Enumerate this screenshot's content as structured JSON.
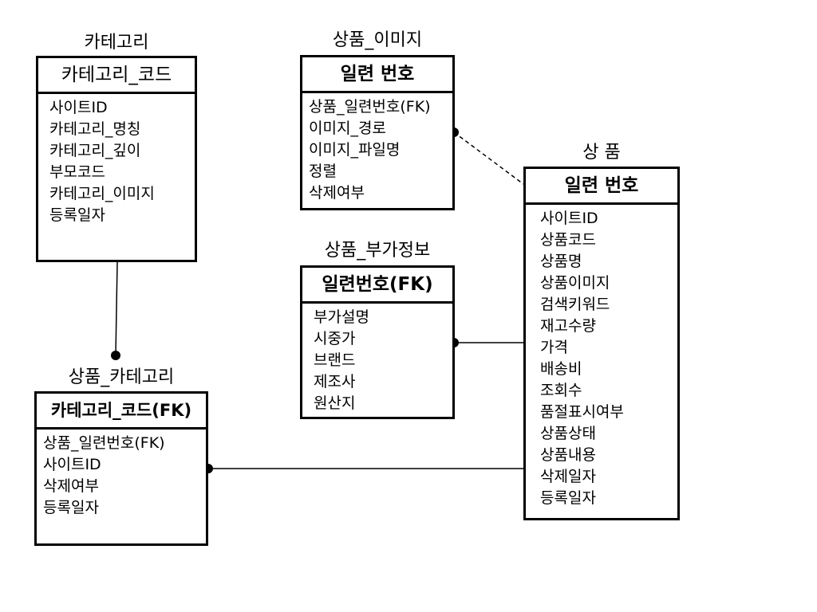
{
  "entities": {
    "category": {
      "title": "카테고리",
      "key": "카테고리_코드",
      "attributes": [
        "사이트ID",
        "카테고리_명칭",
        "카테고리_깊이",
        "부모코드",
        "카테고리_이미지",
        "등록일자"
      ]
    },
    "product_image": {
      "title": "상품_이미지",
      "key": "일련 번호",
      "attributes": [
        "상품_일련번호(FK)",
        "이미지_경로",
        "이미지_파일명",
        "정렬",
        "삭제여부"
      ]
    },
    "product_extra": {
      "title": "상품_부가정보",
      "key": "일련번호(FK)",
      "attributes": [
        "부가설명",
        "시중가",
        "브랜드",
        "제조사",
        "원산지"
      ]
    },
    "product_category": {
      "title": "상품_카테고리",
      "key": "카테고리_코드(FK)",
      "attributes": [
        "상품_일련번호(FK)",
        "사이트ID",
        "삭제여부",
        "등록일자"
      ]
    },
    "product": {
      "title": "상 품",
      "key": "일련 번호",
      "attributes": [
        "사이트ID",
        "상품코드",
        "상품명",
        "상품이미지",
        "검색키워드",
        "재고수량",
        "가격",
        "배송비",
        "조회수",
        "품절표시여부",
        "상품상태",
        "상품내용",
        "삭제일자",
        "등록일자"
      ]
    }
  },
  "relationships": [
    {
      "from": "category",
      "to": "product_category",
      "style": "solid"
    },
    {
      "from": "product_image",
      "to": "product",
      "style": "dashed"
    },
    {
      "from": "product_extra",
      "to": "product",
      "style": "solid"
    },
    {
      "from": "product_category",
      "to": "product",
      "style": "solid"
    }
  ]
}
